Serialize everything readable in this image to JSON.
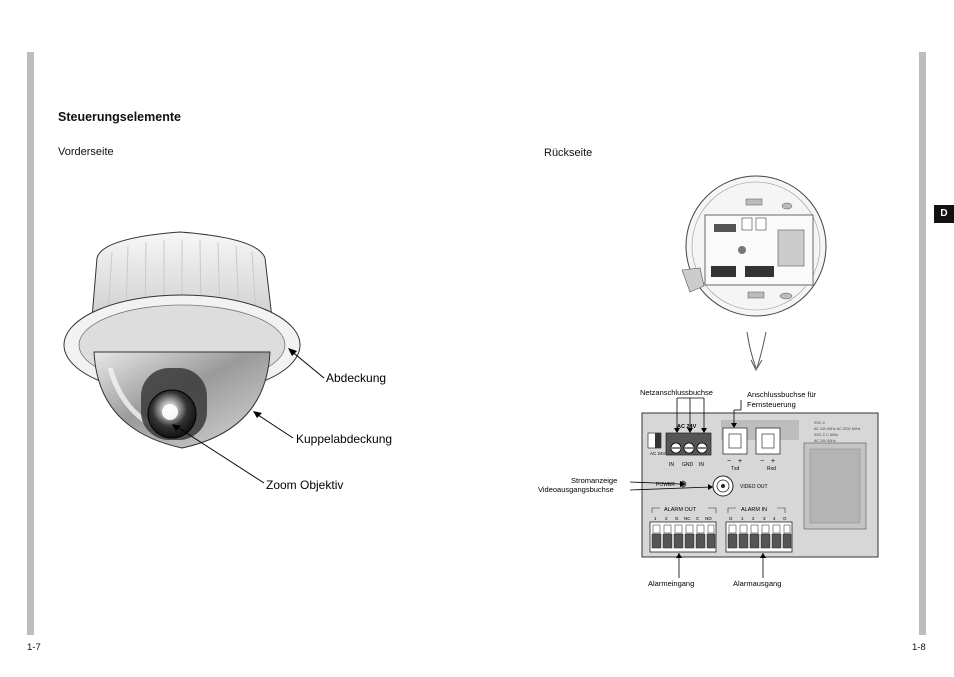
{
  "header": {
    "title": "Steuerungselemente",
    "front_label": "Vorderseite",
    "rear_label": "Rückseite"
  },
  "side_tab": "D",
  "page_numbers": {
    "left": "1-7",
    "right": "1-8"
  },
  "front_callouts": {
    "cover": "Abdeckung",
    "dome_cover": "Kuppelabdeckung",
    "zoom_lens": "Zoom Objektiv"
  },
  "rear_callouts": {
    "power_jack": "Netzanschlussbuchse",
    "remote_jack_line1": "Anschlussbuchse für",
    "remote_jack_line2": "Fernsteuerung",
    "power_led": "Stromanzeige",
    "video_out_jack": "Videoausgangsbuchse",
    "alarm_input": "Alarmeingang",
    "alarm_output": "Alarmausgang"
  },
  "panel_text": {
    "ac24v": "AC 24V",
    "in1": "IN",
    "gnd": "GND",
    "in2": "IN",
    "txd": "Txd",
    "rxd": "Rxd",
    "minus": "−",
    "plus": "+",
    "power": "POWER",
    "video_out": "VIDEO OUT",
    "alarm_out": "ALARM OUT",
    "alarm_in": "ALARM IN",
    "alarm_out_pins": [
      "1",
      "2",
      "G",
      "NC",
      "C",
      "NO"
    ],
    "alarm_in_pins": [
      "G",
      "1",
      "2",
      "3",
      "4",
      "G"
    ],
    "ac_out": "AC 24V OUT"
  }
}
